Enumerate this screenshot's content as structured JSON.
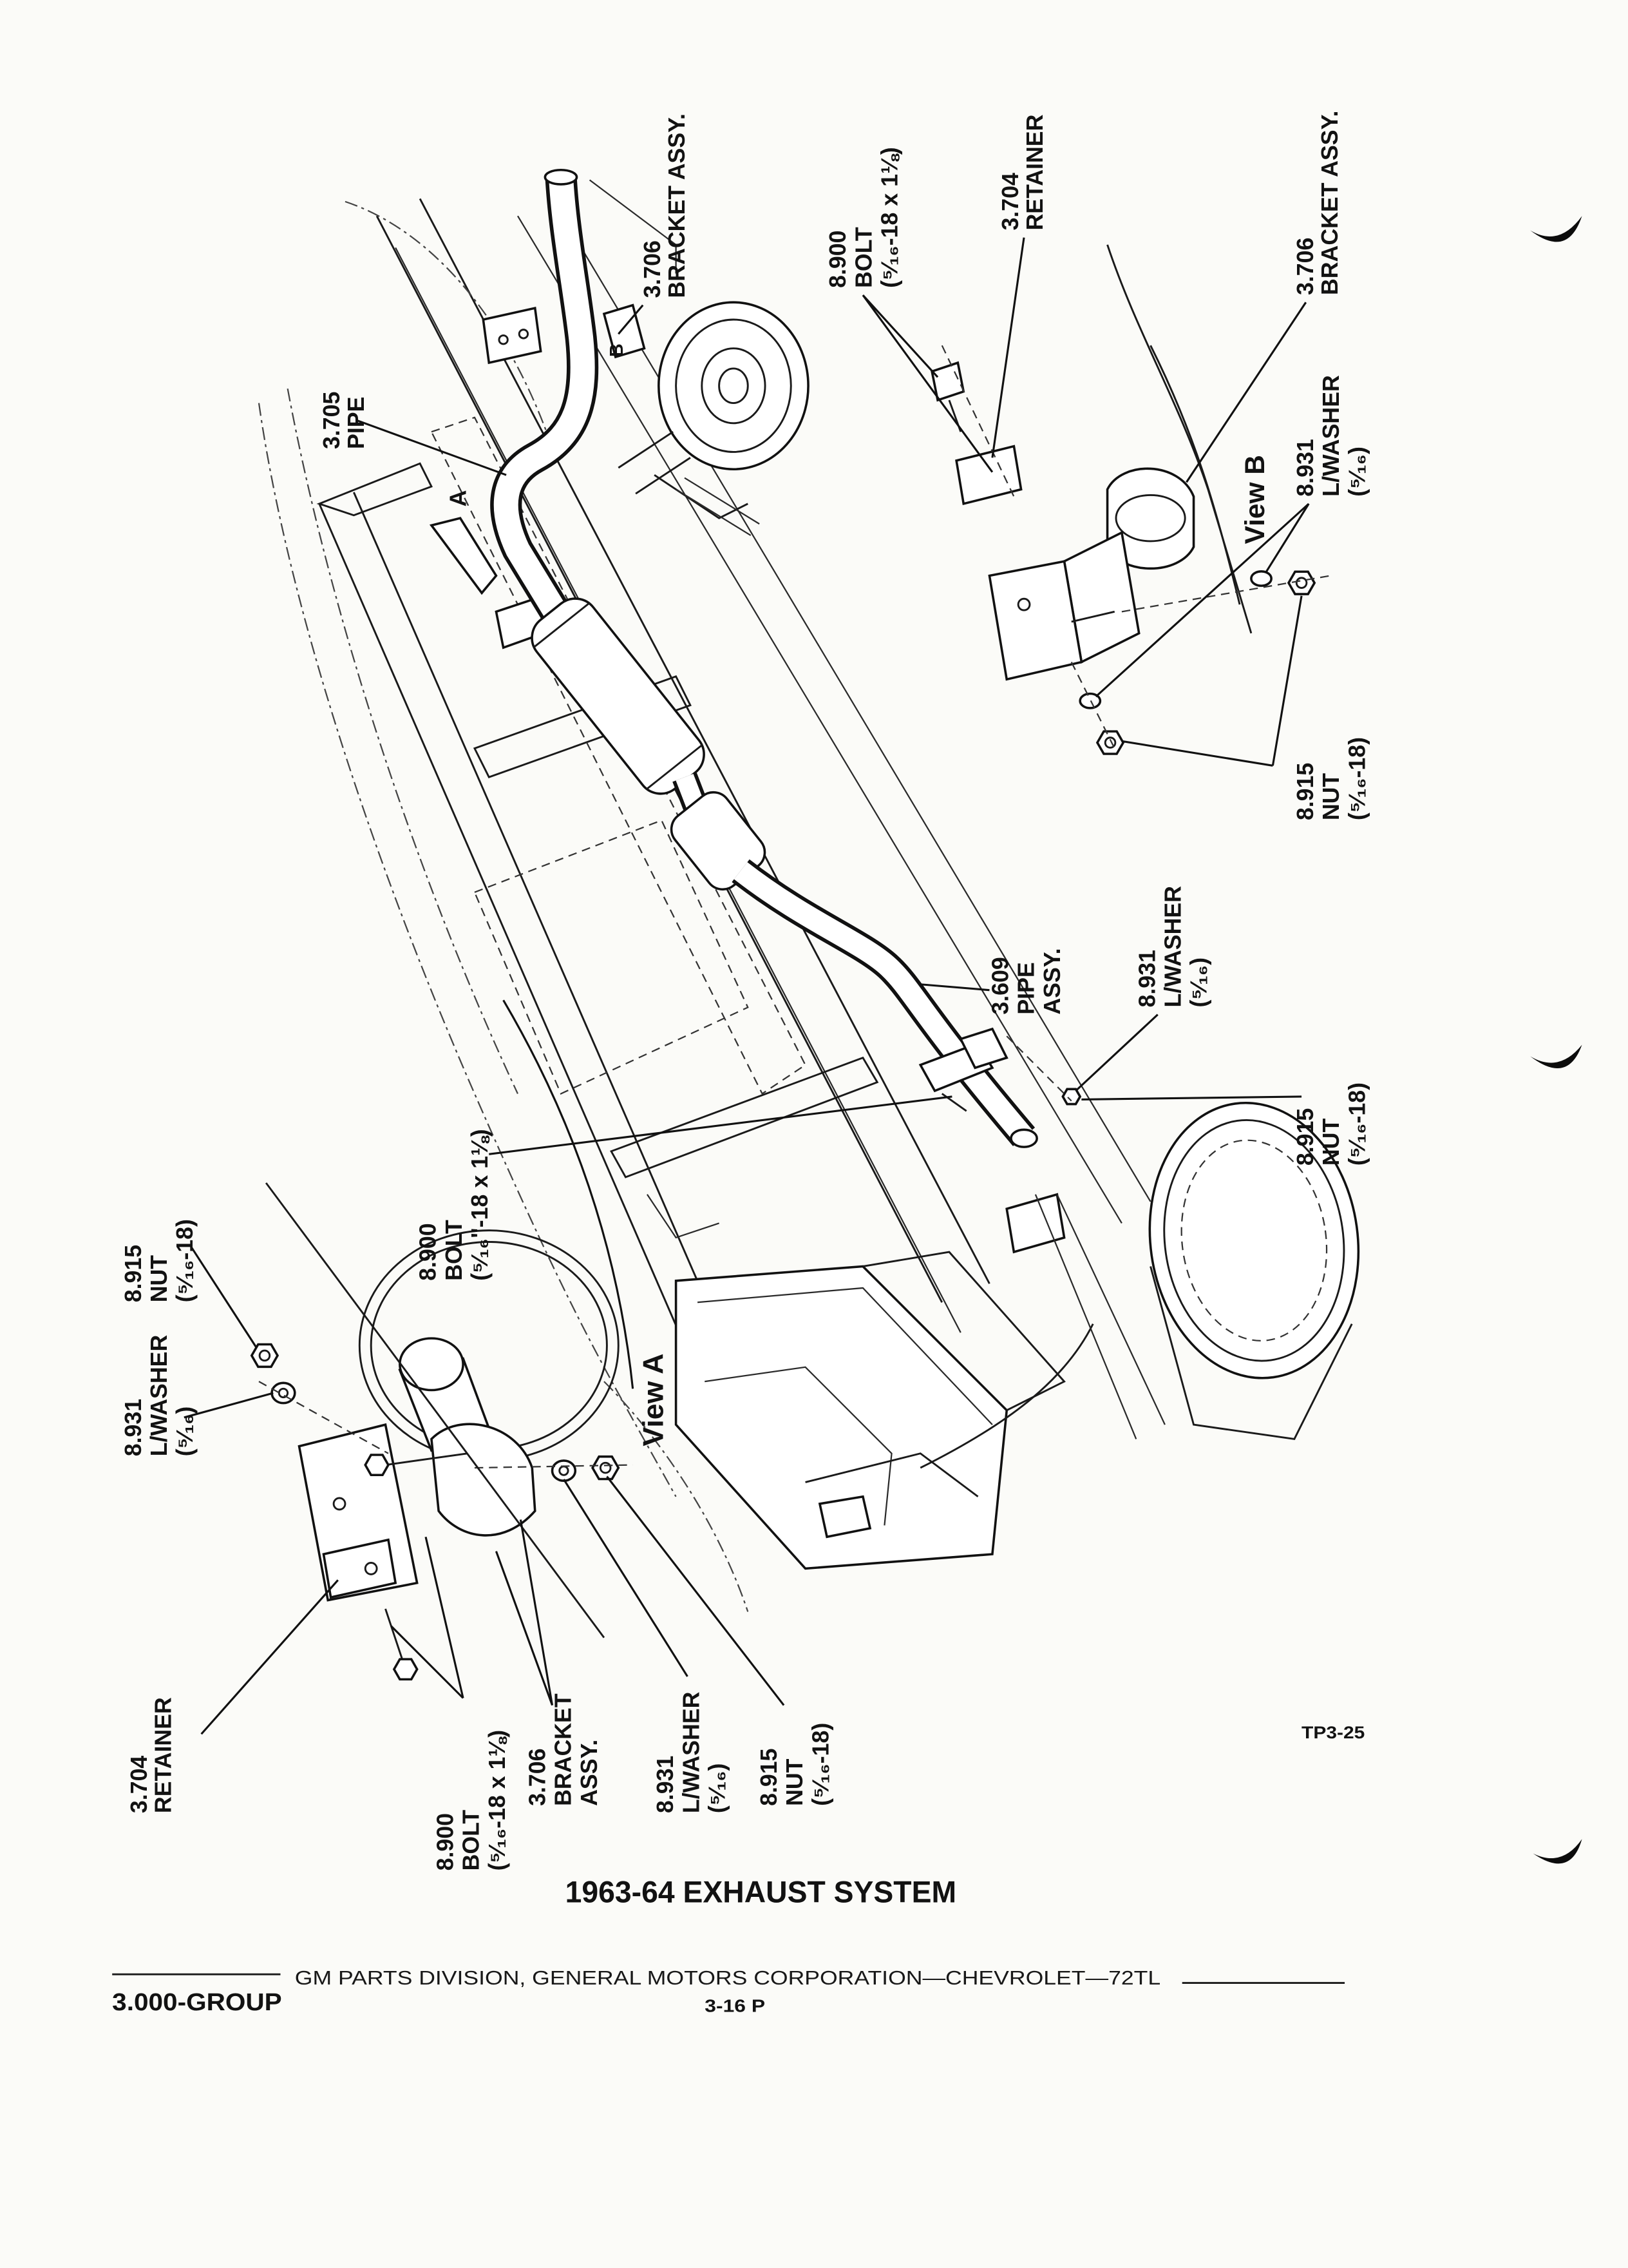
{
  "title": "1963-64 EXHAUST SYSTEM",
  "figure_code": "TP3-25",
  "views": {
    "view_a": "View A",
    "view_b": "View B",
    "marker_a": "A",
    "marker_b": "B"
  },
  "callouts": [
    {
      "lines": [
        "3.706",
        "BRACKET ASSY."
      ]
    },
    {
      "lines": [
        "8.900",
        "BOLT",
        "(⁵⁄₁₆-18 x 1⅛)"
      ]
    },
    {
      "lines": [
        "3.704",
        "RETAINER"
      ]
    },
    {
      "lines": [
        "3.706",
        "BRACKET ASSY."
      ]
    },
    {
      "lines": [
        "3.705",
        "PIPE"
      ]
    },
    {
      "lines": [
        "8.931",
        "L/WASHER",
        "(⁵⁄₁₆)"
      ]
    },
    {
      "lines": [
        "8.915",
        "NUT",
        "(⁵⁄₁₆-18)"
      ]
    },
    {
      "lines": [
        "3.609",
        "PIPE",
        "ASSY."
      ]
    },
    {
      "lines": [
        "8.931",
        "L/WASHER",
        "(⁵⁄₁₆)"
      ]
    },
    {
      "lines": [
        "8.915",
        "NUT",
        "(⁵⁄₁₆-18)"
      ]
    },
    {
      "lines": [
        "8.900",
        "BOLT",
        "(⁵⁄₁₆\"-18 x 1⅛)"
      ]
    },
    {
      "lines": [
        "8.915",
        "NUT",
        "(⁵⁄₁₆-18)"
      ]
    },
    {
      "lines": [
        "8.931",
        "L/WASHER",
        "(⁵⁄₁₆)"
      ]
    },
    {
      "lines": [
        "3.704",
        "RETAINER"
      ]
    },
    {
      "lines": [
        "8.900",
        "BOLT",
        "(⁵⁄₁₆-18 x 1⅛)"
      ]
    },
    {
      "lines": [
        "3.706",
        "BRACKET",
        "ASSY."
      ]
    },
    {
      "lines": [
        "8.931",
        "L/WASHER",
        "(⁵⁄₁₆)"
      ]
    },
    {
      "lines": [
        "8.915",
        "NUT",
        "(⁵⁄₁₆-18)"
      ]
    }
  ],
  "footer": {
    "division": "GM PARTS DIVISION, GENERAL MOTORS CORPORATION—CHEVROLET—72TL",
    "group": "3.000-GROUP",
    "page": "3-16 P"
  }
}
